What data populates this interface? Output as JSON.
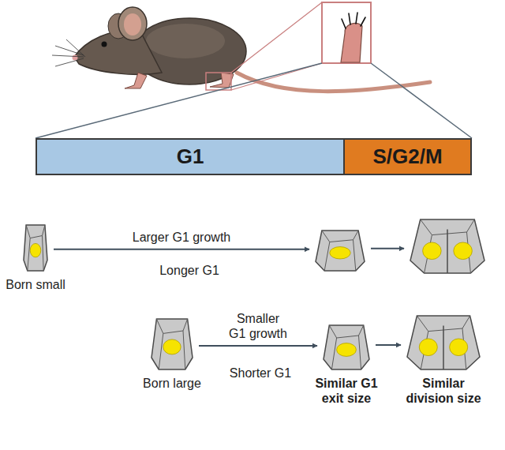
{
  "diagram": {
    "nodes": [
      {
        "text": [
          "G1"
        ]
      },
      {
        "text": [
          "S/G2/M"
        ]
      },
      {
        "text": [
          "Born small"
        ]
      },
      {
        "text": []
      },
      {
        "text": []
      },
      {
        "text": [
          "Born large"
        ]
      },
      {
        "text": [
          "Similar G1 exit size"
        ]
      },
      {
        "text": [
          "Similar division size"
        ]
      }
    ],
    "edges": [
      {
        "from": 2,
        "to": 3,
        "arrow": "to",
        "label": "Larger G1 growth"
      },
      {
        "from": 3,
        "to": 4,
        "arrow": "to"
      },
      {
        "from": 5,
        "to": 6,
        "arrow": "to",
        "label": "Smaller G1 growth"
      },
      {
        "from": 6,
        "to": 7,
        "arrow": "to"
      }
    ],
    "labels": [
      "Longer G1",
      "Shorter G1"
    ]
  }
}
